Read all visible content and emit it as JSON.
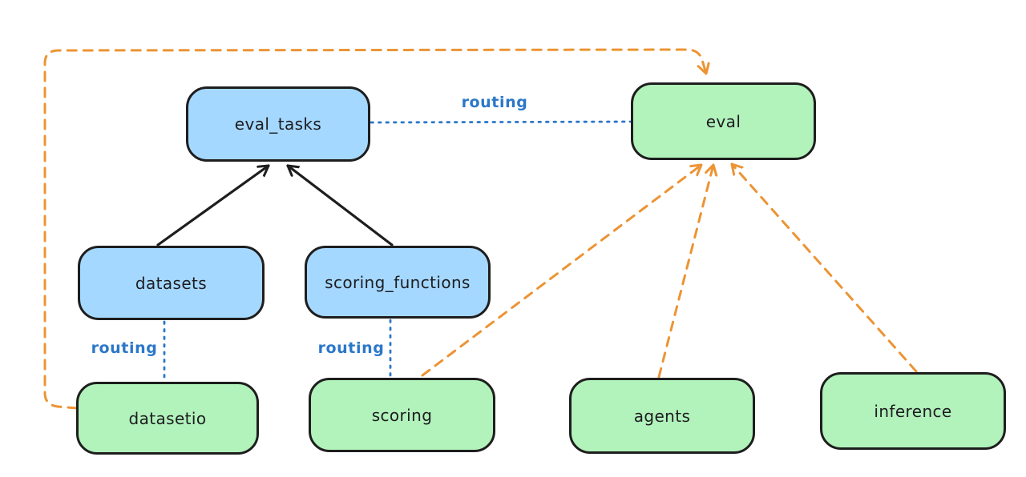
{
  "diagram": {
    "background": "#ffffff",
    "nodes": [
      {
        "id": "eval_tasks",
        "label": "eval_tasks",
        "fill": "blue"
      },
      {
        "id": "eval",
        "label": "eval",
        "fill": "green"
      },
      {
        "id": "datasets",
        "label": "datasets",
        "fill": "blue"
      },
      {
        "id": "scoring_functions",
        "label": "scoring_functions",
        "fill": "blue"
      },
      {
        "id": "datasetio",
        "label": "datasetio",
        "fill": "green"
      },
      {
        "id": "scoring",
        "label": "scoring",
        "fill": "green"
      },
      {
        "id": "agents",
        "label": "agents",
        "fill": "green"
      },
      {
        "id": "inference",
        "label": "inference",
        "fill": "green"
      }
    ],
    "edges": [
      {
        "from": "datasets",
        "to": "eval_tasks",
        "style": "solid-black-arrow",
        "label": ""
      },
      {
        "from": "scoring_functions",
        "to": "eval_tasks",
        "style": "solid-black-arrow",
        "label": ""
      },
      {
        "from": "eval_tasks",
        "to": "eval",
        "style": "dotted-blue",
        "label": "routing"
      },
      {
        "from": "datasets",
        "to": "datasetio",
        "style": "dotted-blue",
        "label": "routing"
      },
      {
        "from": "scoring_functions",
        "to": "scoring",
        "style": "dotted-blue",
        "label": "routing"
      },
      {
        "from": "datasetio",
        "to": "eval",
        "style": "dashed-orange-arrow",
        "label": ""
      },
      {
        "from": "scoring",
        "to": "eval",
        "style": "dashed-orange-arrow",
        "label": ""
      },
      {
        "from": "agents",
        "to": "eval",
        "style": "dashed-orange-arrow",
        "label": ""
      },
      {
        "from": "inference",
        "to": "eval",
        "style": "dashed-orange-arrow",
        "label": ""
      }
    ],
    "colors": {
      "blue_fill": "#a5d8ff",
      "green_fill": "#b2f2bb",
      "node_stroke": "#1e1e1e",
      "black_arrow": "#1e1e1e",
      "orange_dashed": "#ec9434",
      "routing_blue": "#2b77c9"
    }
  }
}
